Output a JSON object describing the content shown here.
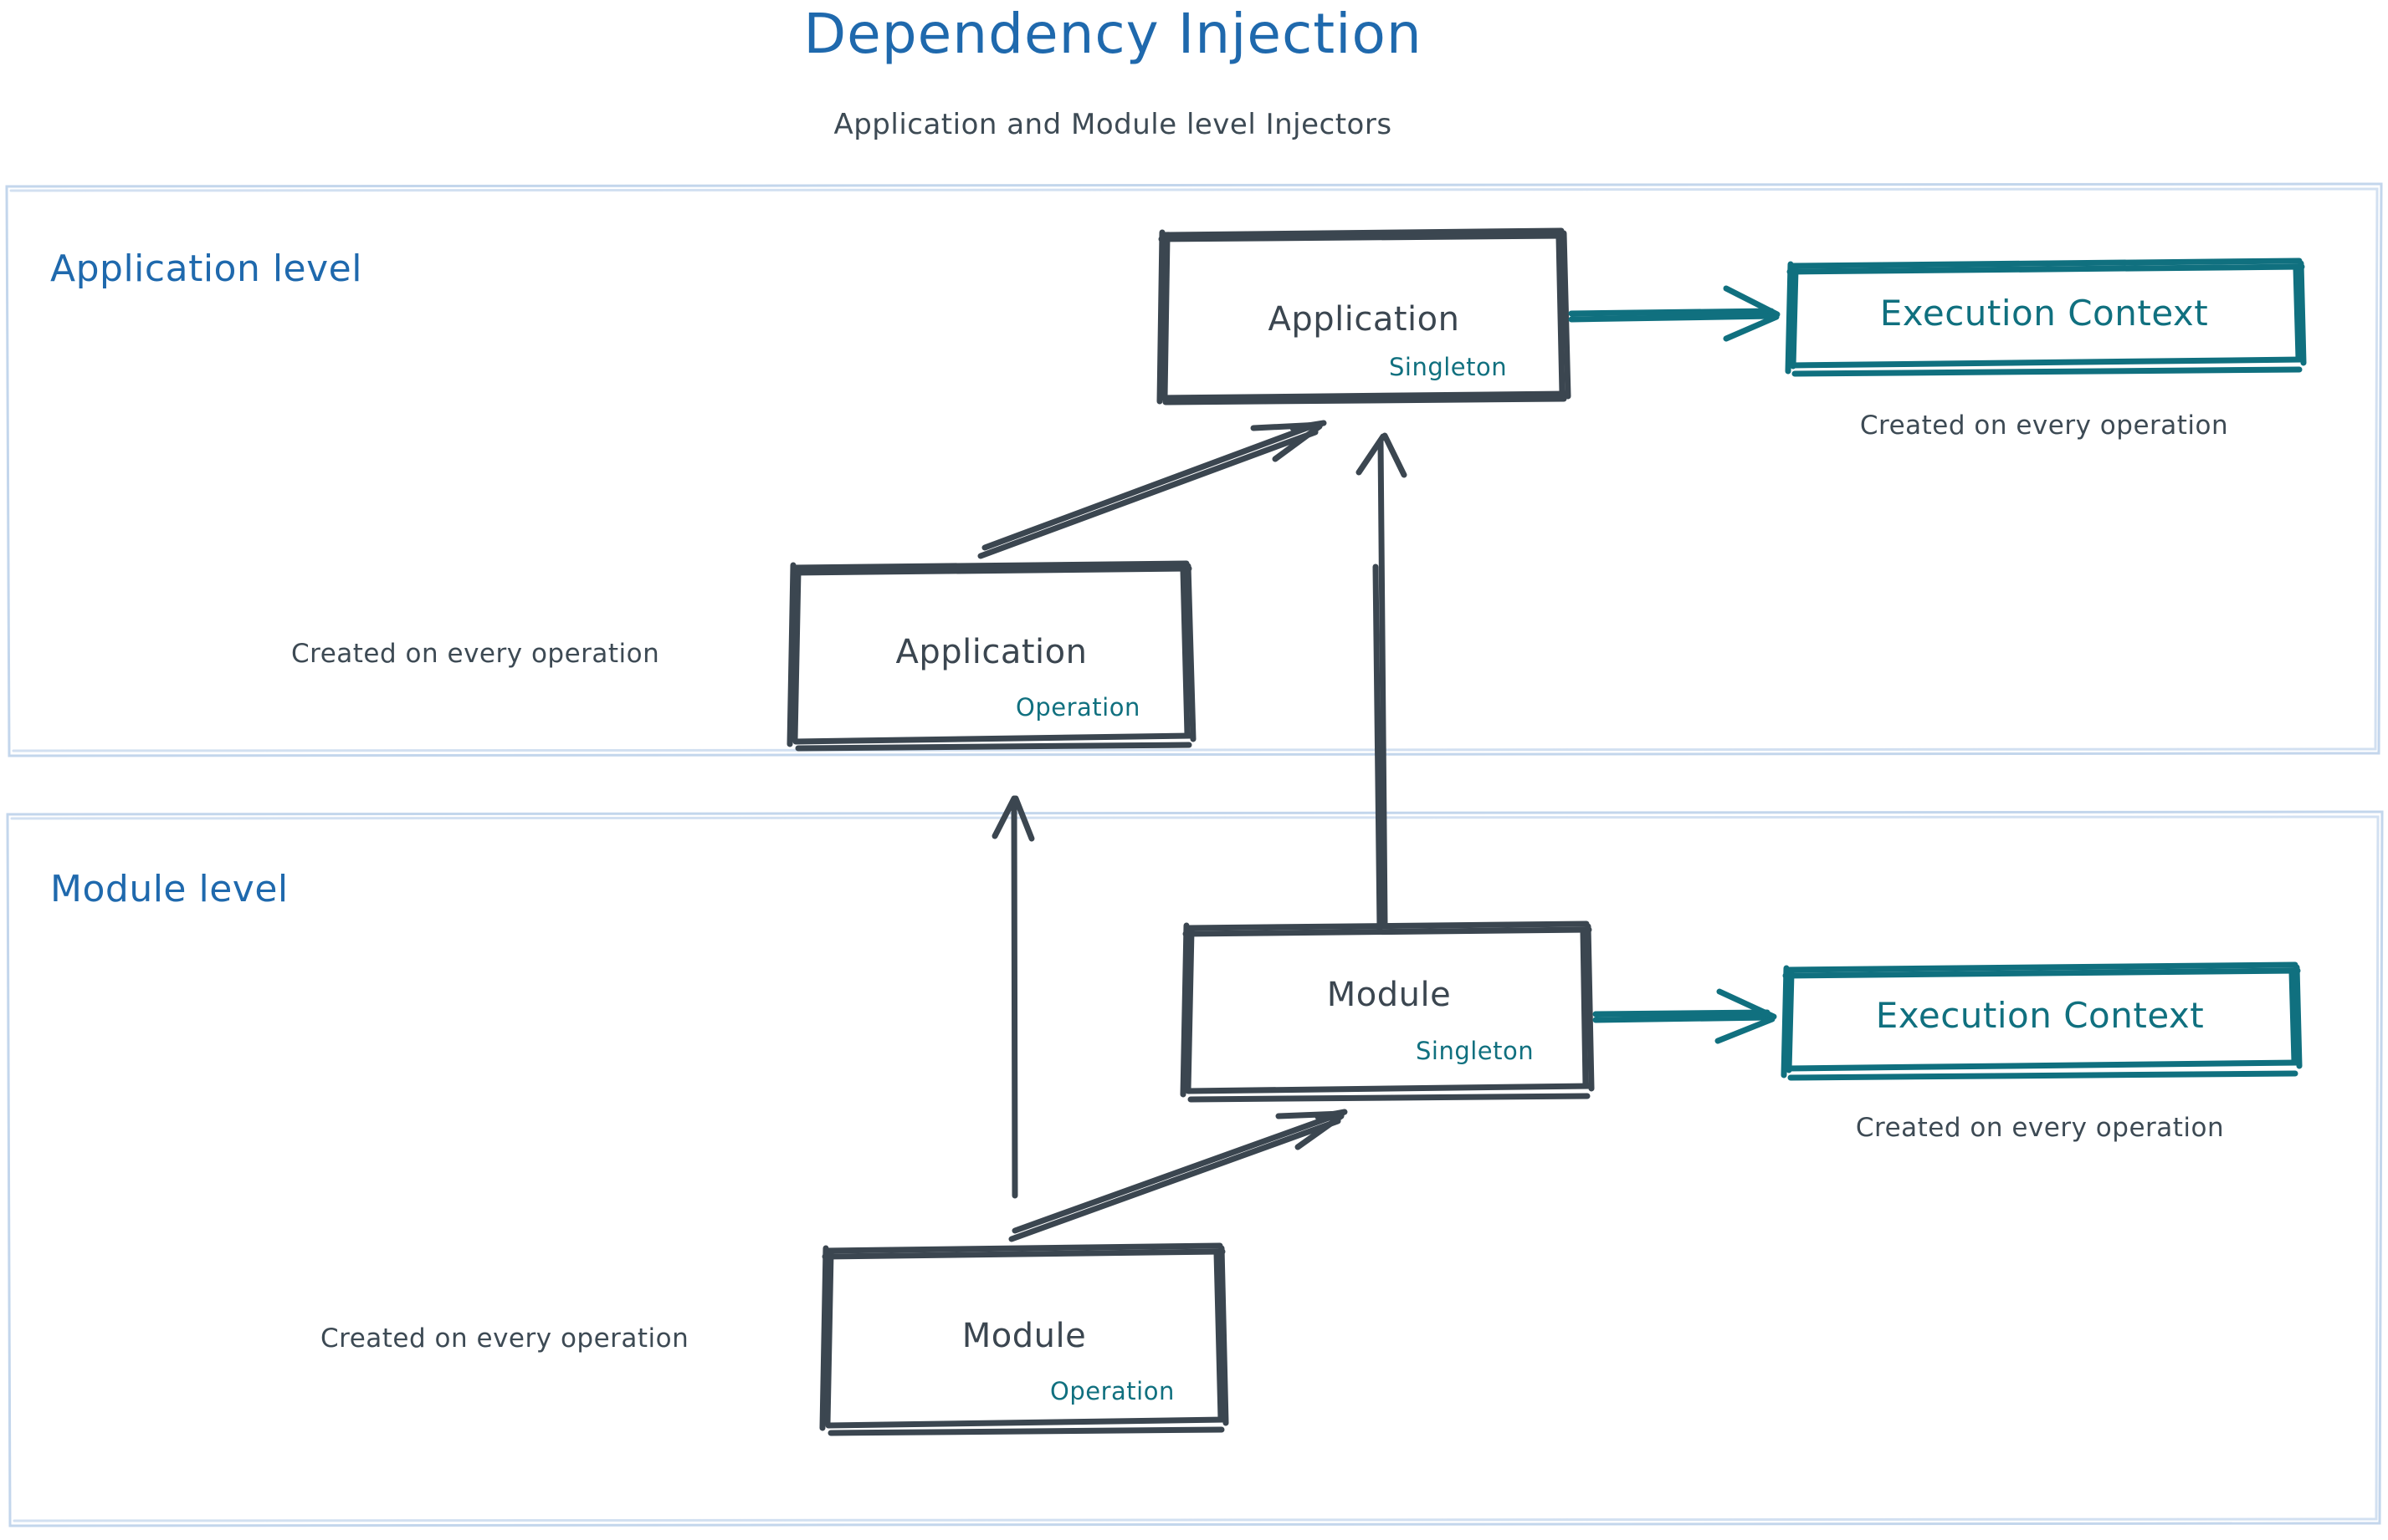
{
  "header": {
    "title": "Dependency Injection",
    "subtitle": "Application and Module level Injectors",
    "title_color": "#1f69ad",
    "subtitle_color": "#3d4a54"
  },
  "palette": {
    "ink": "#3b4650",
    "teal": "#10707f",
    "blue": "#1f69ad",
    "panel_border": "#c3d6ec",
    "background": "#ffffff"
  },
  "panels": [
    {
      "id": "application-level",
      "label": "Application level"
    },
    {
      "id": "module-level",
      "label": "Module level"
    }
  ],
  "nodes": [
    {
      "id": "application-singleton",
      "title": "Application",
      "scope": "Singleton",
      "style": "ink-box",
      "panel": "application-level"
    },
    {
      "id": "application-operation",
      "title": "Application",
      "scope": "Operation",
      "style": "ink-box",
      "panel": "application-level"
    },
    {
      "id": "execution-context-application",
      "title": "Execution Context",
      "scope": "",
      "style": "teal-box",
      "panel": "application-level"
    },
    {
      "id": "module-singleton",
      "title": "Module",
      "scope": "Singleton",
      "style": "ink-box",
      "panel": "module-level"
    },
    {
      "id": "module-operation",
      "title": "Module",
      "scope": "Operation",
      "style": "ink-box",
      "panel": "module-level"
    },
    {
      "id": "execution-context-module",
      "title": "Execution Context",
      "scope": "",
      "style": "teal-box",
      "panel": "module-level"
    }
  ],
  "captions": [
    {
      "id": "caption-execution-context-application",
      "text": "Created on every operation",
      "for": "execution-context-application"
    },
    {
      "id": "caption-application-operation",
      "text": "Created on every operation",
      "for": "application-operation"
    },
    {
      "id": "caption-execution-context-module",
      "text": "Created on every operation",
      "for": "execution-context-module"
    },
    {
      "id": "caption-module-operation",
      "text": "Created on every operation",
      "for": "module-operation"
    }
  ],
  "edges": [
    {
      "id": "edge-application-singleton-to-execution-context",
      "from": "application-singleton",
      "to": "execution-context-application",
      "color": "teal",
      "direction": "right"
    },
    {
      "id": "edge-application-operation-to-application-singleton",
      "from": "application-operation",
      "to": "application-singleton",
      "color": "ink",
      "direction": "up-right"
    },
    {
      "id": "edge-module-singleton-to-application-singleton",
      "from": "module-singleton",
      "to": "application-singleton",
      "color": "ink",
      "direction": "up"
    },
    {
      "id": "edge-module-operation-to-application-operation",
      "from": "module-operation",
      "to": "application-operation",
      "color": "ink",
      "direction": "up"
    },
    {
      "id": "edge-module-operation-to-module-singleton",
      "from": "module-operation",
      "to": "module-singleton",
      "color": "ink",
      "direction": "up-right"
    },
    {
      "id": "edge-module-singleton-to-execution-context",
      "from": "module-singleton",
      "to": "execution-context-module",
      "color": "teal",
      "direction": "right"
    }
  ]
}
